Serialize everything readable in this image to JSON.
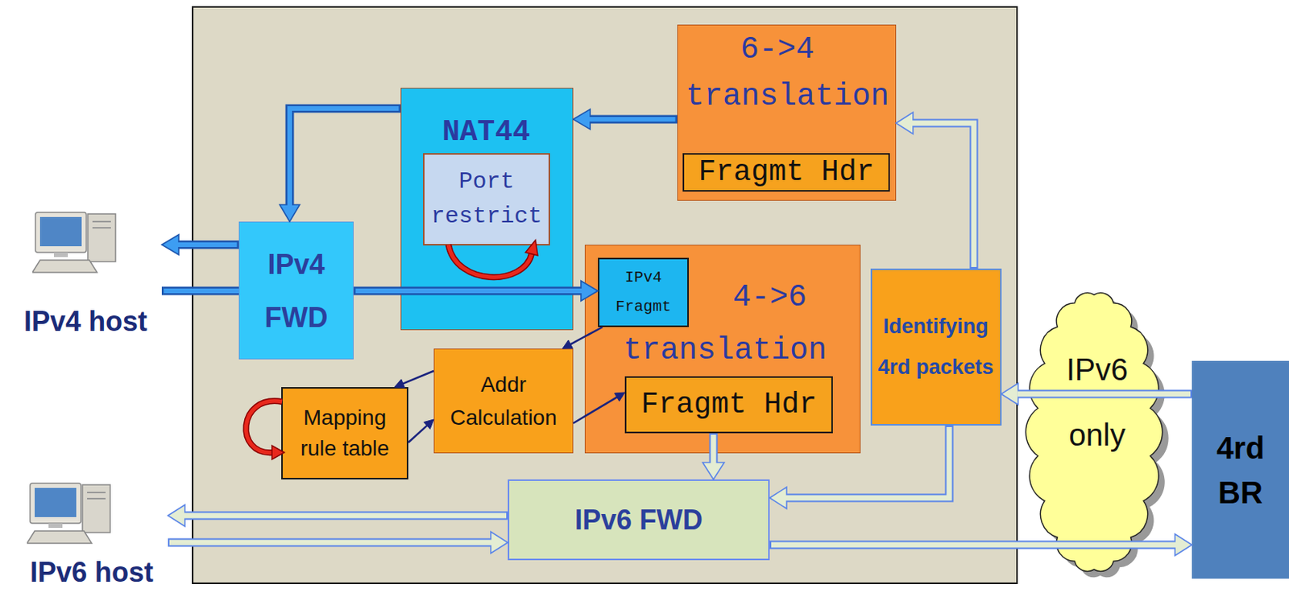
{
  "diagram": {
    "nodes": [
      {
        "text": [
          "6->4",
          "translation"
        ]
      },
      {
        "text": [
          "Fragmt Hdr"
        ],
        "in": 0
      },
      {
        "text": [
          "NAT44"
        ]
      },
      {
        "text": [
          "Port restrict"
        ],
        "in": 2
      },
      {
        "text": [
          "IPv4 host"
        ]
      },
      {
        "text": [
          "IPv4 FWD"
        ]
      },
      {
        "text": [
          "4->6",
          "translation"
        ]
      },
      {
        "text": [
          "IPv4 Fragmt"
        ],
        "in": 6
      },
      {
        "text": [
          "Identifying 4rd packets"
        ]
      },
      {
        "text": [
          "IPv6 only"
        ]
      },
      {
        "text": [
          "Addr Calculation"
        ]
      },
      {
        "text": [
          "Mapping rule table"
        ]
      },
      {
        "text": [
          "Fragmt Hdr"
        ],
        "in": 6
      },
      {
        "text": [
          "4rd BR"
        ]
      },
      {
        "text": [
          "IPv6 host"
        ]
      },
      {
        "text": [
          "IPv6 FWD"
        ]
      }
    ],
    "edges": [
      {
        "from": 0,
        "to": 2,
        "arrow": "to"
      },
      {
        "from": 2,
        "to": 5,
        "arrow": "to"
      },
      {
        "from": 5,
        "to": 4,
        "arrow": "to"
      },
      {
        "from": 4,
        "to": 5,
        "arrow": "none"
      },
      {
        "from": 5,
        "to": 7,
        "arrow": "to"
      },
      {
        "from": 7,
        "to": 10,
        "arrow": "to"
      },
      {
        "from": 10,
        "to": 11,
        "arrow": "to"
      },
      {
        "from": 11,
        "to": 10,
        "arrow": "to"
      },
      {
        "from": 10,
        "to": 12,
        "arrow": "to"
      },
      {
        "from": 12,
        "to": 15,
        "arrow": "to"
      },
      {
        "from": 15,
        "to": 13,
        "arrow": "to"
      },
      {
        "from": 13,
        "to": 8,
        "arrow": "to"
      },
      {
        "from": 8,
        "to": 0,
        "arrow": "to"
      },
      {
        "from": 8,
        "to": 15,
        "arrow": "to"
      },
      {
        "from": 15,
        "to": 14,
        "arrow": "to"
      },
      {
        "from": 14,
        "to": 15,
        "arrow": "to"
      }
    ]
  }
}
